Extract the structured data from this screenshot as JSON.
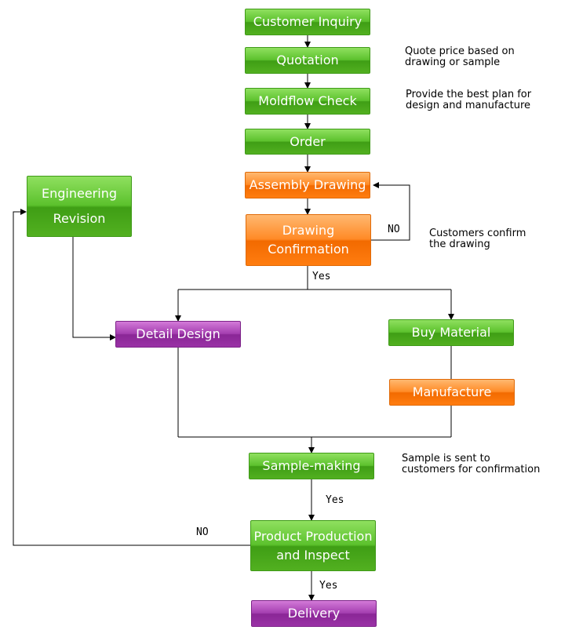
{
  "nodes": {
    "customer_inquiry": "Customer Inquiry",
    "quotation": "Quotation",
    "moldflow_check": "Moldflow Check",
    "order": "Order",
    "assembly_drawing": "Assembly Drawing",
    "drawing_confirmation": [
      "Drawing",
      "Confirmation"
    ],
    "engineering_revision": [
      "Engineering",
      "Revision"
    ],
    "detail_design": "Detail Design",
    "buy_material": "Buy Material",
    "manufacture": "Manufacture",
    "sample_making": "Sample-making",
    "product_production": [
      "Product Production",
      "and Inspect"
    ],
    "delivery": "Delivery"
  },
  "notes": {
    "quotation": "Quote price based on\ndrawing or sample",
    "moldflow": "Provide the best plan for\ndesign and manufacture",
    "drawing_confirm": "Customers confirm\nthe drawing",
    "sample": "Sample is sent to\ncustomers for confirmation"
  },
  "labels": {
    "no_drawing": "NO",
    "yes_drawing": "Yes",
    "yes_sample": "Yes",
    "no_production": "NO",
    "yes_production": "Yes"
  }
}
